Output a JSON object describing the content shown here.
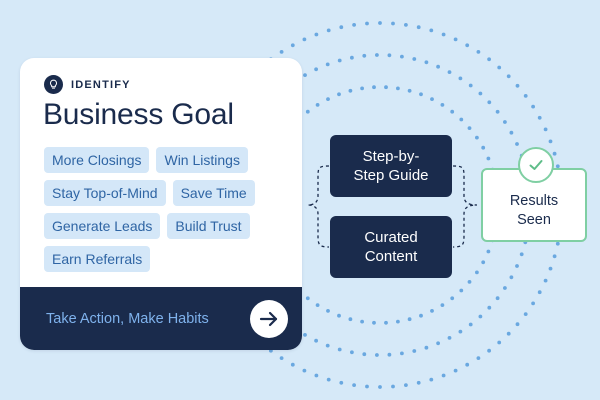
{
  "identify": {
    "eyebrow": "IDENTIFY",
    "title": "Business Goal",
    "chips": [
      "More Closings",
      "Win Listings",
      "Stay Top-of-Mind",
      "Save Time",
      "Generate Leads",
      "Build Trust",
      "Earn Referrals"
    ],
    "footer_text": "Take Action, Make Habits"
  },
  "steps": {
    "step_guide_line1": "Step-by-",
    "step_guide_line2": "Step Guide",
    "curated_line1": "Curated",
    "curated_line2": "Content"
  },
  "results": {
    "line1": "Results",
    "line2": "Seen"
  },
  "icons": {
    "eyebrow": "lightbulb-icon",
    "footer": "arrow-right-icon",
    "results": "checkmark-icon"
  },
  "colors": {
    "background": "#d6e9f8",
    "navy": "#1a2b4c",
    "chip_bg": "#d4e7f8",
    "chip_text": "#2f65a4",
    "dots": "#6aa8e0",
    "result_border": "#7fcfa3"
  }
}
